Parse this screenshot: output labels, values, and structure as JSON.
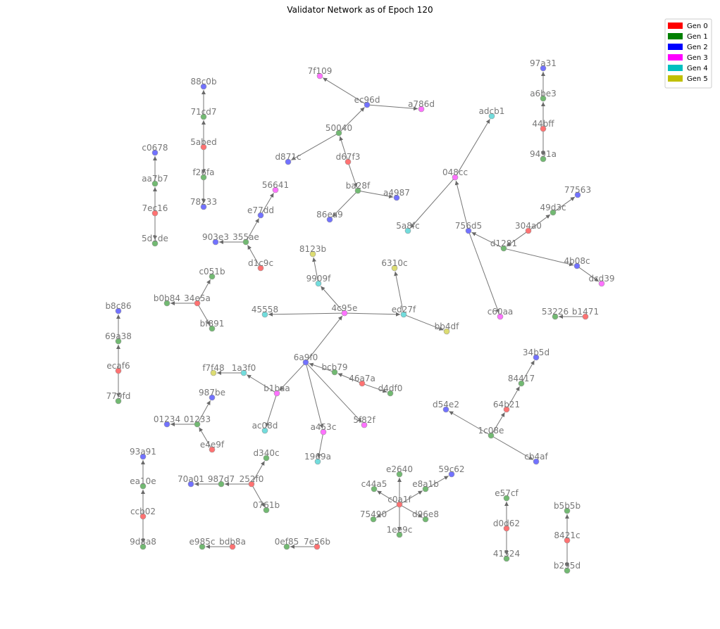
{
  "title": "Validator Network as of Epoch 120",
  "legend": [
    {
      "label": "Gen 0",
      "color": "#ff0000"
    },
    {
      "label": "Gen 1",
      "color": "#008000"
    },
    {
      "label": "Gen 2",
      "color": "#0000ff"
    },
    {
      "label": "Gen 3",
      "color": "#ff00ff"
    },
    {
      "label": "Gen 4",
      "color": "#00c0c0"
    },
    {
      "label": "Gen 5",
      "color": "#c0c000"
    }
  ],
  "nodes": [
    {
      "id": "88c0b",
      "gen": 2
    },
    {
      "id": "71cd7",
      "gen": 1
    },
    {
      "id": "5abed",
      "gen": 0
    },
    {
      "id": "f26fa",
      "gen": 1
    },
    {
      "id": "78233",
      "gen": 2
    },
    {
      "id": "c0678",
      "gen": 2
    },
    {
      "id": "aa7b7",
      "gen": 1
    },
    {
      "id": "7ec16",
      "gen": 0
    },
    {
      "id": "5d1de",
      "gen": 1
    },
    {
      "id": "7f109",
      "gen": 3
    },
    {
      "id": "ec96d",
      "gen": 2
    },
    {
      "id": "a786d",
      "gen": 3
    },
    {
      "id": "50040",
      "gen": 1
    },
    {
      "id": "d871c",
      "gen": 2
    },
    {
      "id": "d67f3",
      "gen": 0
    },
    {
      "id": "ba28f",
      "gen": 1
    },
    {
      "id": "a4987",
      "gen": 2
    },
    {
      "id": "86ea9",
      "gen": 2
    },
    {
      "id": "56641",
      "gen": 3
    },
    {
      "id": "e77dd",
      "gen": 2
    },
    {
      "id": "903e3",
      "gen": 2
    },
    {
      "id": "355ae",
      "gen": 1
    },
    {
      "id": "d1c9c",
      "gen": 0
    },
    {
      "id": "adcb1",
      "gen": 4
    },
    {
      "id": "048cc",
      "gen": 3
    },
    {
      "id": "5a8fc",
      "gen": 4
    },
    {
      "id": "756d5",
      "gen": 2
    },
    {
      "id": "c60aa",
      "gen": 3
    },
    {
      "id": "97a31",
      "gen": 2
    },
    {
      "id": "a6be3",
      "gen": 1
    },
    {
      "id": "44bff",
      "gen": 0
    },
    {
      "id": "9491a",
      "gen": 1
    },
    {
      "id": "77563",
      "gen": 2
    },
    {
      "id": "49d3c",
      "gen": 1
    },
    {
      "id": "304a0",
      "gen": 0
    },
    {
      "id": "d1281",
      "gen": 1
    },
    {
      "id": "4b08c",
      "gen": 2
    },
    {
      "id": "dcd39",
      "gen": 3
    },
    {
      "id": "8123b",
      "gen": 5
    },
    {
      "id": "9909f",
      "gen": 4
    },
    {
      "id": "6310c",
      "gen": 5
    },
    {
      "id": "45558",
      "gen": 4
    },
    {
      "id": "4c95e",
      "gen": 3
    },
    {
      "id": "ed27f",
      "gen": 4
    },
    {
      "id": "bb4df",
      "gen": 5
    },
    {
      "id": "c051b",
      "gen": 1
    },
    {
      "id": "b0b84",
      "gen": 1
    },
    {
      "id": "34e5a",
      "gen": 0
    },
    {
      "id": "bf891",
      "gen": 1
    },
    {
      "id": "b8c86",
      "gen": 2
    },
    {
      "id": "69a38",
      "gen": 1
    },
    {
      "id": "ecaf6",
      "gen": 0
    },
    {
      "id": "779fd",
      "gen": 1
    },
    {
      "id": "53226",
      "gen": 1
    },
    {
      "id": "b1471",
      "gen": 0
    },
    {
      "id": "6a9f0",
      "gen": 2
    },
    {
      "id": "f7f48",
      "gen": 5
    },
    {
      "id": "1a3f0",
      "gen": 4
    },
    {
      "id": "b1baa",
      "gen": 3
    },
    {
      "id": "bcb79",
      "gen": 1
    },
    {
      "id": "46a7a",
      "gen": 0
    },
    {
      "id": "d4df0",
      "gen": 1
    },
    {
      "id": "ac08d",
      "gen": 4
    },
    {
      "id": "a453c",
      "gen": 3
    },
    {
      "id": "5f82f",
      "gen": 3
    },
    {
      "id": "1969a",
      "gen": 4
    },
    {
      "id": "987be",
      "gen": 2
    },
    {
      "id": "01234",
      "gen": 2
    },
    {
      "id": "01233",
      "gen": 1
    },
    {
      "id": "e4e9f",
      "gen": 0
    },
    {
      "id": "34b5d",
      "gen": 2
    },
    {
      "id": "84417",
      "gen": 1
    },
    {
      "id": "64b21",
      "gen": 0
    },
    {
      "id": "d54e2",
      "gen": 2
    },
    {
      "id": "1c08e",
      "gen": 1
    },
    {
      "id": "cb4af",
      "gen": 2
    },
    {
      "id": "93a91",
      "gen": 2
    },
    {
      "id": "ea10e",
      "gen": 1
    },
    {
      "id": "ccb02",
      "gen": 0
    },
    {
      "id": "9d8a8",
      "gen": 1
    },
    {
      "id": "d340c",
      "gen": 1
    },
    {
      "id": "70a01",
      "gen": 2
    },
    {
      "id": "987d7",
      "gen": 1
    },
    {
      "id": "252f0",
      "gen": 0
    },
    {
      "id": "0761b",
      "gen": 1
    },
    {
      "id": "e2640",
      "gen": 1
    },
    {
      "id": "59c62",
      "gen": 2
    },
    {
      "id": "c44a5",
      "gen": 1
    },
    {
      "id": "e8a1b",
      "gen": 1
    },
    {
      "id": "c0a1f",
      "gen": 0
    },
    {
      "id": "75490",
      "gen": 1
    },
    {
      "id": "d96e8",
      "gen": 1
    },
    {
      "id": "1ee9c",
      "gen": 1
    },
    {
      "id": "e57cf",
      "gen": 1
    },
    {
      "id": "d0d62",
      "gen": 0
    },
    {
      "id": "41524",
      "gen": 1
    },
    {
      "id": "b5b5b",
      "gen": 1
    },
    {
      "id": "8421c",
      "gen": 0
    },
    {
      "id": "b295d",
      "gen": 1
    },
    {
      "id": "e985c",
      "gen": 1
    },
    {
      "id": "bdb8a",
      "gen": 0
    },
    {
      "id": "0ef85",
      "gen": 1
    },
    {
      "id": "7e56b",
      "gen": 0
    }
  ],
  "edges": [
    [
      "71cd7",
      "88c0b"
    ],
    [
      "5abed",
      "71cd7"
    ],
    [
      "5abed",
      "f26fa"
    ],
    [
      "f26fa",
      "78233"
    ],
    [
      "aa7b7",
      "c0678"
    ],
    [
      "7ec16",
      "aa7b7"
    ],
    [
      "7ec16",
      "5d1de"
    ],
    [
      "ec96d",
      "7f109"
    ],
    [
      "ec96d",
      "a786d"
    ],
    [
      "50040",
      "ec96d"
    ],
    [
      "50040",
      "d871c"
    ],
    [
      "d67f3",
      "50040"
    ],
    [
      "d67f3",
      "ba28f"
    ],
    [
      "ba28f",
      "a4987"
    ],
    [
      "ba28f",
      "86ea9"
    ],
    [
      "e77dd",
      "56641"
    ],
    [
      "355ae",
      "e77dd"
    ],
    [
      "355ae",
      "903e3"
    ],
    [
      "d1c9c",
      "355ae"
    ],
    [
      "048cc",
      "adcb1"
    ],
    [
      "048cc",
      "5a8fc"
    ],
    [
      "756d5",
      "048cc"
    ],
    [
      "756d5",
      "c60aa"
    ],
    [
      "a6be3",
      "97a31"
    ],
    [
      "44bff",
      "a6be3"
    ],
    [
      "44bff",
      "9491a"
    ],
    [
      "49d3c",
      "77563"
    ],
    [
      "304a0",
      "49d3c"
    ],
    [
      "304a0",
      "d1281"
    ],
    [
      "d1281",
      "756d5"
    ],
    [
      "d1281",
      "4b08c"
    ],
    [
      "4b08c",
      "dcd39"
    ],
    [
      "9909f",
      "8123b"
    ],
    [
      "4c95e",
      "9909f"
    ],
    [
      "4c95e",
      "45558"
    ],
    [
      "4c95e",
      "ed27f"
    ],
    [
      "ed27f",
      "6310c"
    ],
    [
      "ed27f",
      "bb4df"
    ],
    [
      "34e5a",
      "c051b"
    ],
    [
      "34e5a",
      "b0b84"
    ],
    [
      "34e5a",
      "bf891"
    ],
    [
      "69a38",
      "b8c86"
    ],
    [
      "ecaf6",
      "69a38"
    ],
    [
      "ecaf6",
      "779fd"
    ],
    [
      "b1471",
      "53226"
    ],
    [
      "6a9f0",
      "4c95e"
    ],
    [
      "6a9f0",
      "b1baa"
    ],
    [
      "6a9f0",
      "a453c"
    ],
    [
      "6a9f0",
      "5f82f"
    ],
    [
      "bcb79",
      "6a9f0"
    ],
    [
      "46a7a",
      "bcb79"
    ],
    [
      "46a7a",
      "d4df0"
    ],
    [
      "b1baa",
      "1a3f0"
    ],
    [
      "1a3f0",
      "f7f48"
    ],
    [
      "b1baa",
      "ac08d"
    ],
    [
      "a453c",
      "1969a"
    ],
    [
      "01233",
      "987be"
    ],
    [
      "01233",
      "01234"
    ],
    [
      "e4e9f",
      "01233"
    ],
    [
      "84417",
      "34b5d"
    ],
    [
      "64b21",
      "84417"
    ],
    [
      "1c08e",
      "64b21"
    ],
    [
      "1c08e",
      "d54e2"
    ],
    [
      "1c08e",
      "cb4af"
    ],
    [
      "ea10e",
      "93a91"
    ],
    [
      "ccb02",
      "ea10e"
    ],
    [
      "ccb02",
      "9d8a8"
    ],
    [
      "252f0",
      "d340c"
    ],
    [
      "252f0",
      "987d7"
    ],
    [
      "987d7",
      "70a01"
    ],
    [
      "252f0",
      "0761b"
    ],
    [
      "c0a1f",
      "e2640"
    ],
    [
      "c0a1f",
      "c44a5"
    ],
    [
      "c0a1f",
      "e8a1b"
    ],
    [
      "e8a1b",
      "59c62"
    ],
    [
      "c0a1f",
      "75490"
    ],
    [
      "c0a1f",
      "d96e8"
    ],
    [
      "c0a1f",
      "1ee9c"
    ],
    [
      "d0d62",
      "e57cf"
    ],
    [
      "d0d62",
      "41524"
    ],
    [
      "8421c",
      "b5b5b"
    ],
    [
      "8421c",
      "b295d"
    ],
    [
      "bdb8a",
      "e985c"
    ],
    [
      "7e56b",
      "0ef85"
    ]
  ]
}
